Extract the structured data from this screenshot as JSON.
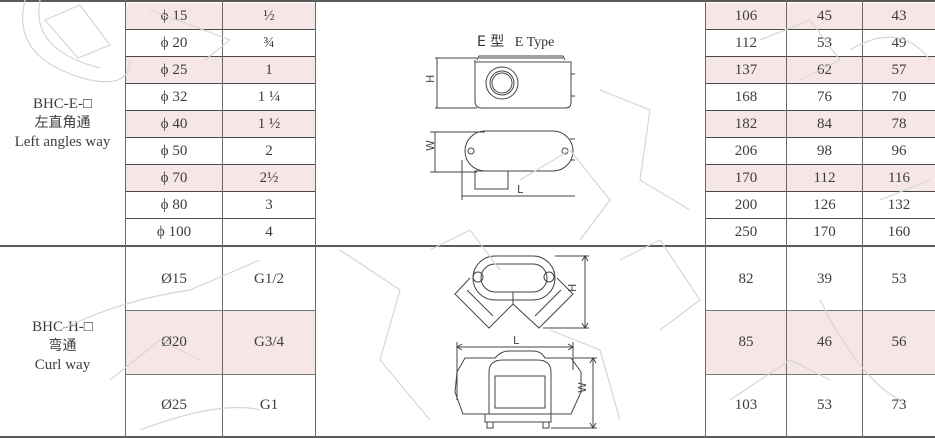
{
  "sections": [
    {
      "model": "BHC-E-□",
      "name_cn": "左直角通",
      "name_en": "Left angles  way",
      "drawing_title_cn": "E 型",
      "drawing_title_en": "E Type",
      "dimension_labels": {
        "h": "H",
        "w": "W",
        "l": "L"
      },
      "rows": [
        {
          "diameter": "ϕ 15",
          "thread": "½",
          "L": "106",
          "W": "45",
          "H": "43",
          "shaded": true
        },
        {
          "diameter": "ϕ 20",
          "thread": "¾",
          "L": "112",
          "W": "53",
          "H": "49",
          "shaded": false
        },
        {
          "diameter": "ϕ 25",
          "thread": "1",
          "L": "137",
          "W": "62",
          "H": "57",
          "shaded": true
        },
        {
          "diameter": "ϕ 32",
          "thread": "1 ¼",
          "L": "168",
          "W": "76",
          "H": "70",
          "shaded": false
        },
        {
          "diameter": "ϕ 40",
          "thread": "1 ½",
          "L": "182",
          "W": "84",
          "H": "78",
          "shaded": true
        },
        {
          "diameter": "ϕ 50",
          "thread": "2",
          "L": "206",
          "W": "98",
          "H": "96",
          "shaded": false
        },
        {
          "diameter": "ϕ 70",
          "thread": "2½",
          "L": "170",
          "W": "112",
          "H": "116",
          "shaded": true
        },
        {
          "diameter": "ϕ 80",
          "thread": "3",
          "L": "200",
          "W": "126",
          "H": "132",
          "shaded": false
        },
        {
          "diameter": "ϕ 100",
          "thread": "4",
          "L": "250",
          "W": "170",
          "H": "160",
          "shaded": false
        }
      ]
    },
    {
      "model": "BHC-H-□",
      "name_cn": "弯通",
      "name_en": "Curl way",
      "dimension_labels": {
        "h": "H",
        "w": "W",
        "l": "L"
      },
      "rows": [
        {
          "diameter": "Ø15",
          "thread": "G1/2",
          "L": "82",
          "W": "39",
          "H": "53",
          "shaded": false
        },
        {
          "diameter": "Ø20",
          "thread": "G3/4",
          "L": "85",
          "W": "46",
          "H": "56",
          "shaded": true
        },
        {
          "diameter": "Ø25",
          "thread": "G1",
          "L": "103",
          "W": "53",
          "H": "73",
          "shaded": false
        }
      ]
    }
  ],
  "colors": {
    "shade": "#f6e6e6",
    "grid_line": "#4a4a4a",
    "text": "#3d3d3d",
    "watermark": "#dcdcdc"
  }
}
